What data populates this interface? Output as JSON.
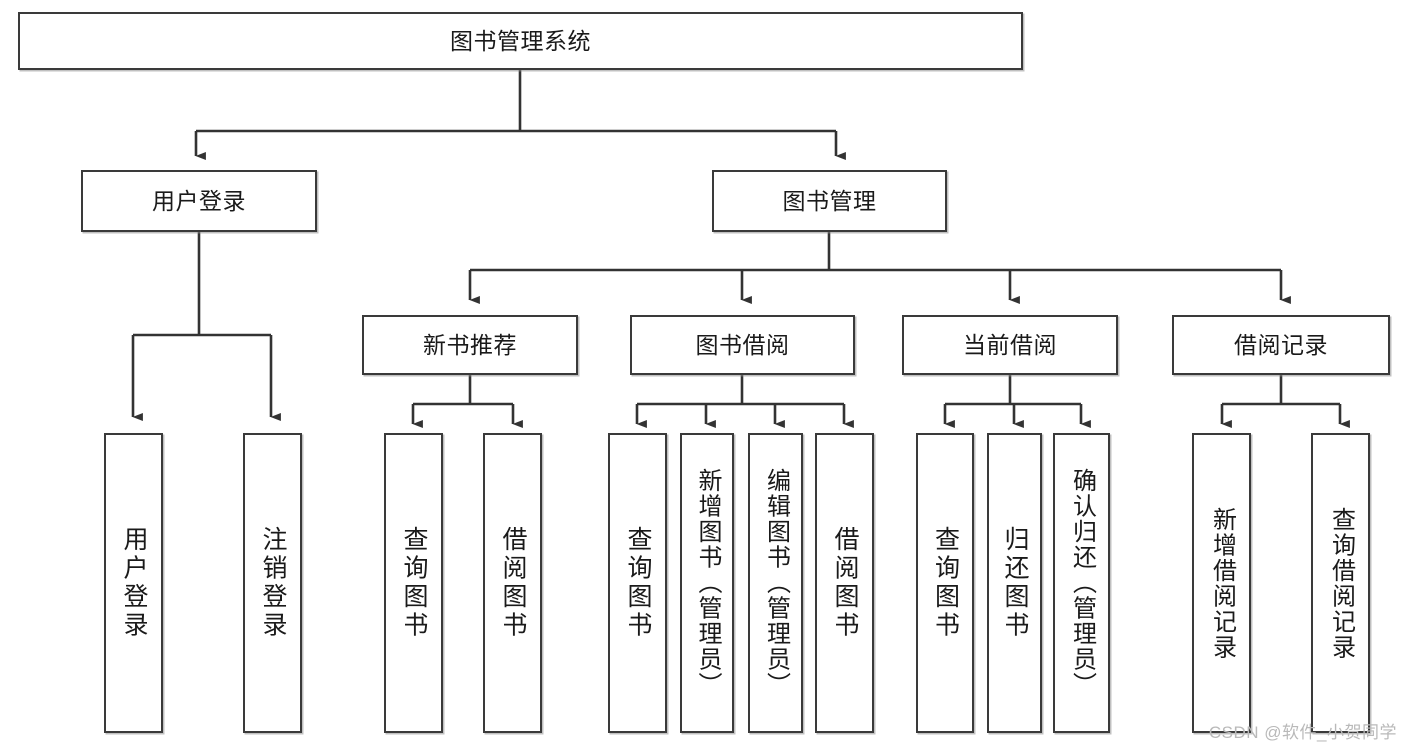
{
  "diagram": {
    "title": "图书管理系统",
    "type": "tree-hierarchy-diagram",
    "root": {
      "label": "图书管理系统"
    },
    "level2": [
      {
        "label": "用户登录"
      },
      {
        "label": "图书管理"
      }
    ],
    "level3": [
      {
        "label": "新书推荐"
      },
      {
        "label": "图书借阅"
      },
      {
        "label": "当前借阅"
      },
      {
        "label": "借阅记录"
      }
    ],
    "leaves": {
      "user_login": [
        {
          "label": "用户登录"
        },
        {
          "label": "注销登录"
        }
      ],
      "new_book_recommend": [
        {
          "label": "查询图书"
        },
        {
          "label": "借阅图书"
        }
      ],
      "book_borrow": [
        {
          "label": "查询图书"
        },
        {
          "label": "新增图书（管理员）"
        },
        {
          "label": "编辑图书（管理员）"
        },
        {
          "label": "借阅图书"
        }
      ],
      "current_borrow": [
        {
          "label": "查询图书"
        },
        {
          "label": "归还图书"
        },
        {
          "label": "确认归还（管理员）"
        }
      ],
      "borrow_record": [
        {
          "label": "新增借阅记录"
        },
        {
          "label": "查询借阅记录"
        }
      ]
    }
  },
  "watermark": {
    "text": "CSDN @软件_小贺同学"
  },
  "colors": {
    "border": "#3a3a3a",
    "text": "#1a1a1a",
    "background": "#ffffff",
    "connector": "#333333",
    "watermark": "#b9b9b9"
  }
}
